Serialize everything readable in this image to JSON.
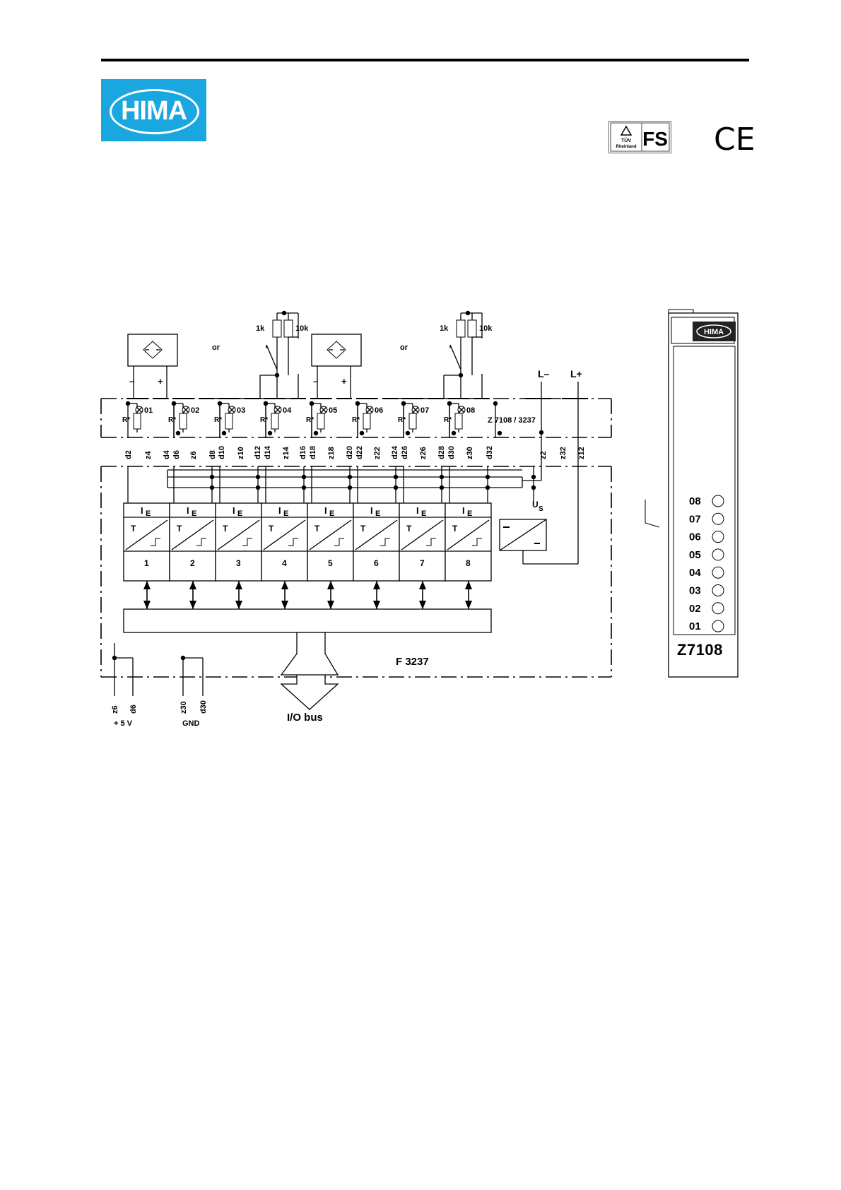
{
  "header": {
    "logo_text": "HIMA",
    "cert_tuv": "TÜV Rheinland",
    "cert_fs": "FS",
    "ce_mark": "CE"
  },
  "diagram": {
    "resistor_labels": [
      "1k",
      "10k",
      "1k",
      "10k"
    ],
    "or_labels": [
      "or",
      "or"
    ],
    "sensor_minus": "–",
    "sensor_plus": "+",
    "rail_minus": "L–",
    "rail_plus": "L+",
    "r_label": "R*",
    "lamp_labels": [
      "01",
      "02",
      "03",
      "04",
      "05",
      "06",
      "07",
      "08"
    ],
    "terminal_board": "Z 7108 / 3237",
    "pins": [
      "d2",
      "z4",
      "d4",
      "d6",
      "z6",
      "d8",
      "d10",
      "z10",
      "d12",
      "d14",
      "z14",
      "d16",
      "d18",
      "z18",
      "d20",
      "d22",
      "z22",
      "d24",
      "d26",
      "z26",
      "d28",
      "d30",
      "z30",
      "d32",
      "z2",
      "z32",
      "z12"
    ],
    "channel_current": "I",
    "channel_current_sub": "E",
    "channel_t": "T",
    "channel_numbers": [
      "1",
      "2",
      "3",
      "4",
      "5",
      "6",
      "7",
      "8"
    ],
    "us_label": "U",
    "us_sub": "S",
    "module_name": "F 3237",
    "bottom_pins": [
      "z6",
      "d6",
      "z30",
      "d30"
    ],
    "plus5v": "+ 5 V",
    "gnd": "GND",
    "io_bus": "I/O bus"
  },
  "front_panel": {
    "logo": "HIMA",
    "leds": [
      "08",
      "07",
      "06",
      "05",
      "04",
      "03",
      "02",
      "01"
    ],
    "title": "Z7108"
  }
}
